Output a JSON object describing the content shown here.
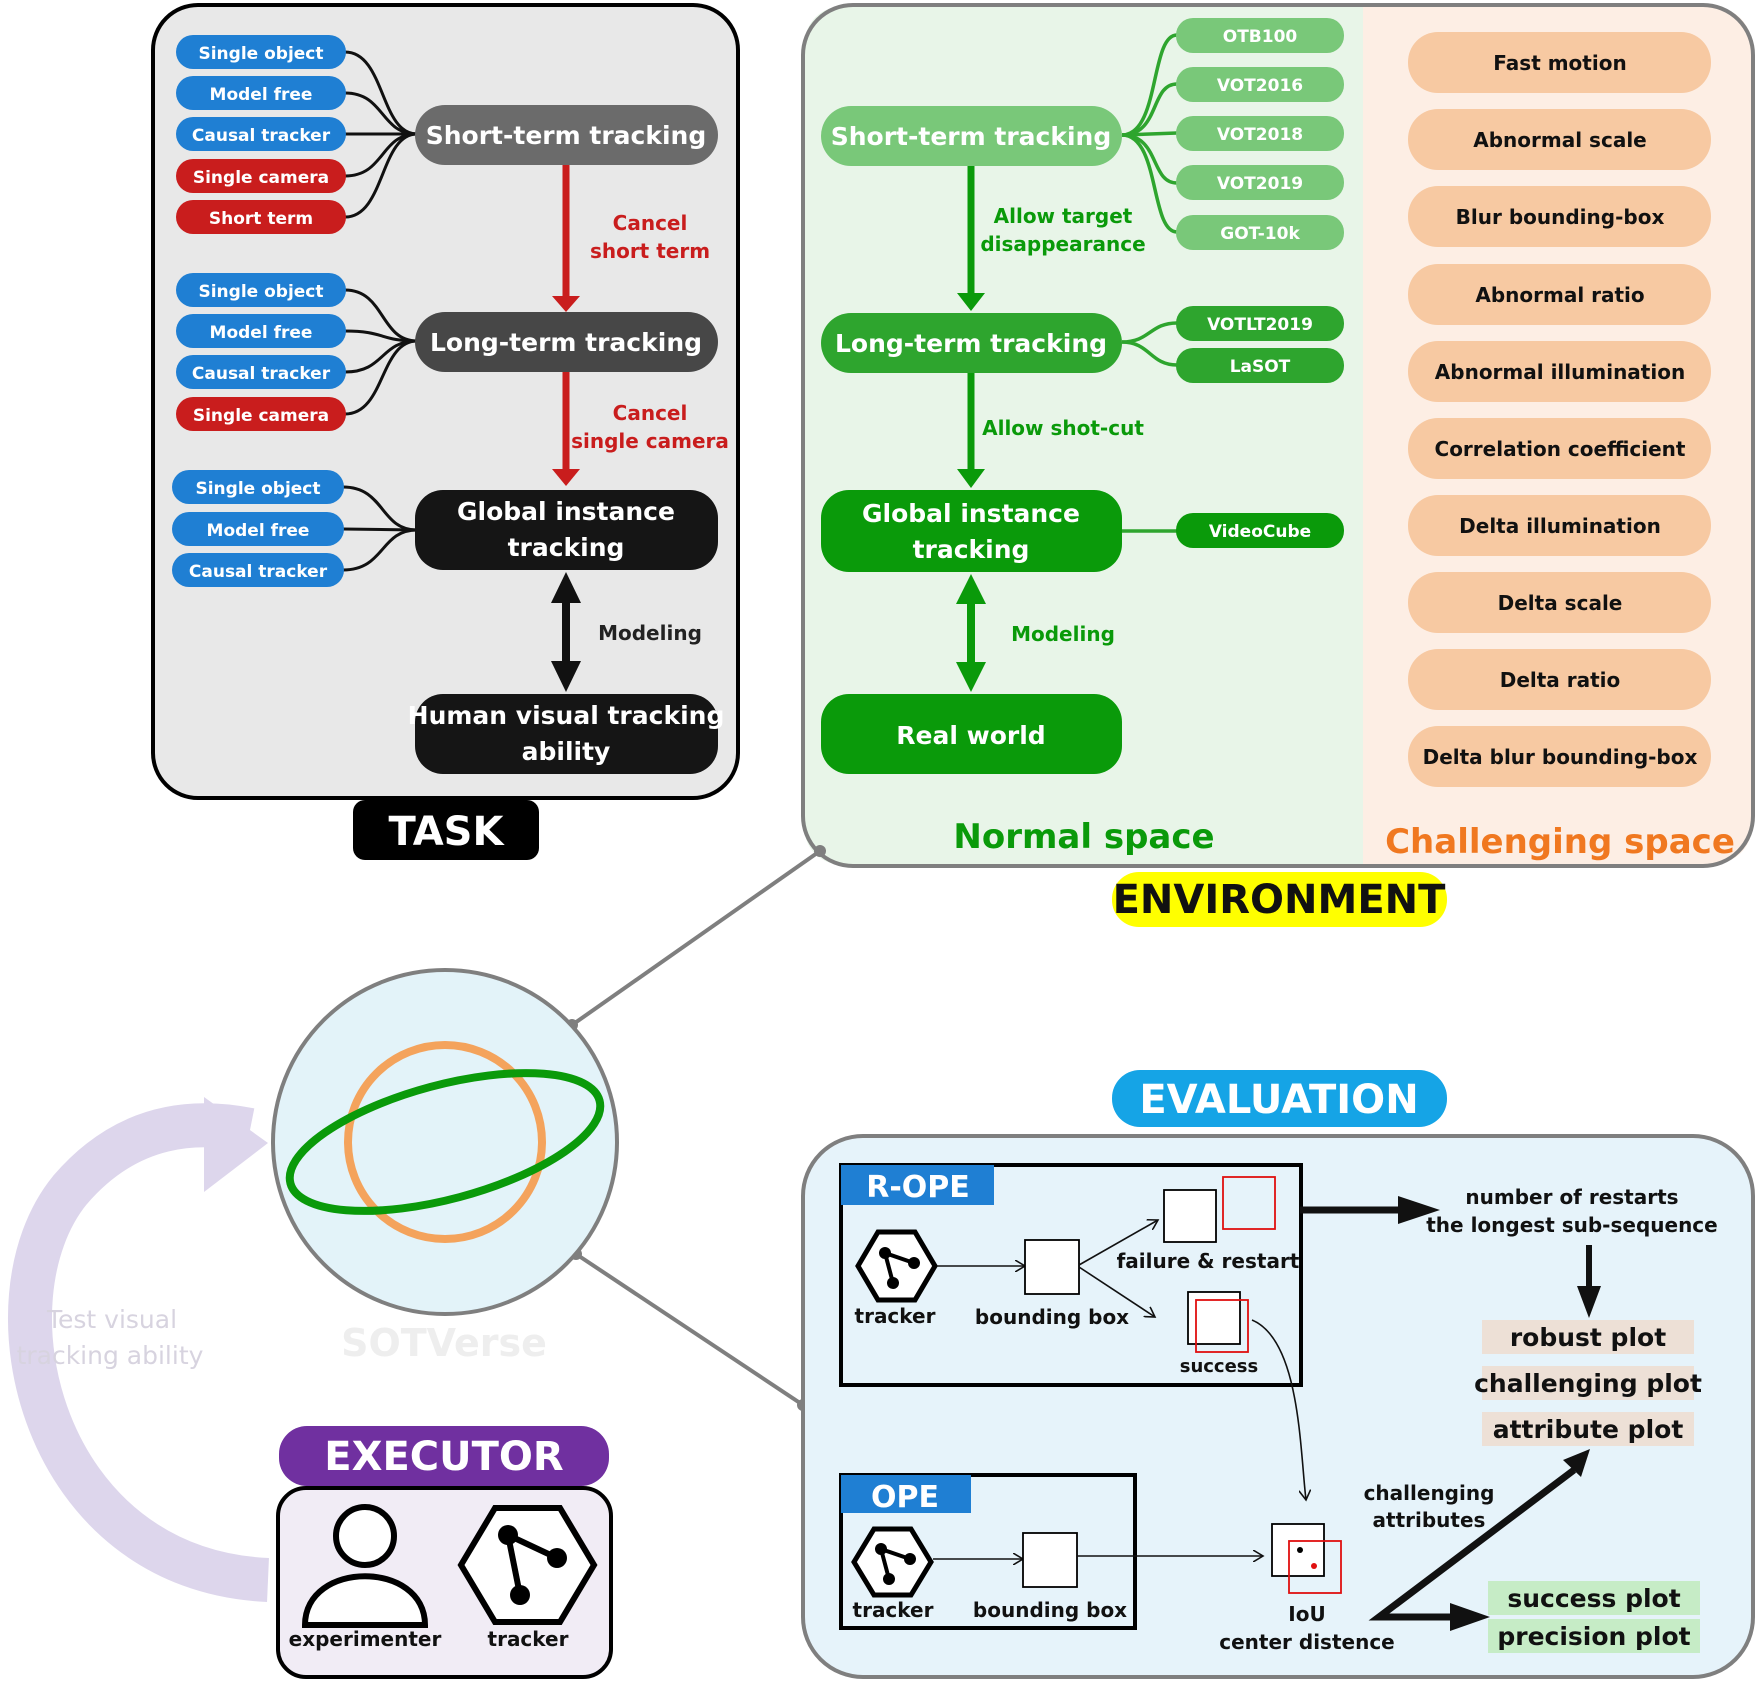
{
  "task": {
    "title": "TASK",
    "short_term": {
      "label": "Short-term tracking",
      "tags": [
        {
          "label": "Single object",
          "kind": "blue"
        },
        {
          "label": "Model free",
          "kind": "blue"
        },
        {
          "label": "Causal tracker",
          "kind": "blue"
        },
        {
          "label": "Single camera",
          "kind": "red"
        },
        {
          "label": "Short term",
          "kind": "red"
        }
      ]
    },
    "long_term": {
      "label": "Long-term tracking",
      "tags": [
        {
          "label": "Single object",
          "kind": "blue"
        },
        {
          "label": "Model free",
          "kind": "blue"
        },
        {
          "label": "Causal tracker",
          "kind": "blue"
        },
        {
          "label": "Single camera",
          "kind": "red"
        }
      ]
    },
    "global": {
      "label_lines": [
        "Global instance",
        "tracking"
      ],
      "tags": [
        {
          "label": "Single object",
          "kind": "blue"
        },
        {
          "label": "Model free",
          "kind": "blue"
        },
        {
          "label": "Causal tracker",
          "kind": "blue"
        }
      ]
    },
    "human": {
      "label_lines": [
        "Human visual tracking",
        "ability"
      ]
    },
    "arrow1_lines": [
      "Cancel",
      "short term"
    ],
    "arrow2_lines": [
      "Cancel",
      "single camera"
    ],
    "arrow3_label": "Modeling"
  },
  "environment": {
    "title": "ENVIRONMENT",
    "normal_space_label": "Normal space",
    "challenging_space_label": "Challenging space",
    "short_term": {
      "label": "Short-term tracking",
      "datasets": [
        "OTB100",
        "VOT2016",
        "VOT2018",
        "VOT2019",
        "GOT-10k"
      ]
    },
    "long_term": {
      "label": "Long-term tracking",
      "datasets": [
        "VOTLT2019",
        "LaSOT"
      ]
    },
    "global": {
      "label_lines": [
        "Global instance",
        "tracking"
      ],
      "datasets": [
        "VideoCube"
      ]
    },
    "real_world": {
      "label": "Real world"
    },
    "arrow1_lines": [
      "Allow target",
      "disappearance"
    ],
    "arrow2_label": "Allow shot-cut",
    "arrow3_label": "Modeling",
    "challenges": [
      "Fast motion",
      "Abnormal scale",
      "Blur bounding-box",
      "Abnormal ratio",
      "Abnormal illumination",
      "Correlation coefficient",
      "Delta illumination",
      "Delta scale",
      "Delta ratio",
      "Delta blur bounding-box"
    ]
  },
  "center": {
    "label": "SOTVerse",
    "loop_lines": [
      "Test visual",
      "tracking ability"
    ]
  },
  "executor": {
    "title": "EXECUTOR",
    "experimenter_label": "experimenter",
    "tracker_label": "tracker"
  },
  "evaluation": {
    "title": "EVALUATION",
    "ropel": {
      "tag": "R-OPE",
      "tracker_label": "tracker",
      "bbox_label": "bounding box",
      "failure_label": "failure & restart",
      "success_label": "success"
    },
    "ope": {
      "tag": "OPE",
      "tracker_label": "tracker",
      "bbox_label": "bounding box"
    },
    "restarts_lines": [
      "number of restarts",
      "the longest sub-sequence"
    ],
    "metric_lines": [
      "IoU",
      "center distence"
    ],
    "challenging_attr_lines": [
      "challenging",
      "attributes"
    ],
    "plots_top": [
      "robust plot",
      "challenging plot",
      "attribute plot"
    ],
    "plots_bottom": [
      "success plot",
      "precision plot"
    ]
  },
  "colors": {
    "tag_blue": "#1f7fd3",
    "tag_red": "#c91d1d",
    "task_bg": "#e8e8e8",
    "env_normal_bg": "#e8f5e8",
    "env_challenge_bg": "#fdeee4",
    "challenge_pill": "#f7c9a2",
    "green_light": "#79c879",
    "green_mid": "#4cb24c",
    "green_dark": "#0a9a0a",
    "dataset_green": "#2ea52e",
    "eval_bg": "#e6f3fa",
    "eval_title": "#15a4e6",
    "executor_title": "#7030a0",
    "executor_bg": "#f1ecf5",
    "env_title_bg": "#ffff00",
    "plot_tan": "#ede0d6",
    "plot_green": "#c6ecc6",
    "orange_text": "#f07820"
  }
}
